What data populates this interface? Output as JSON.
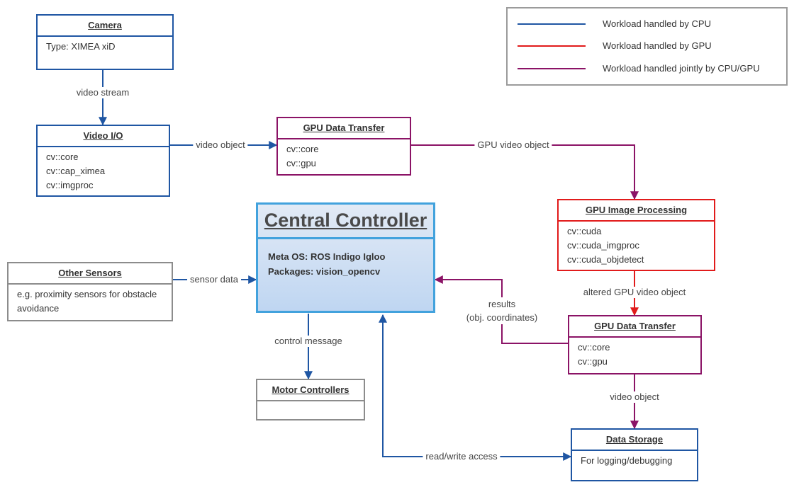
{
  "colors": {
    "cpu": "#1f56a3",
    "gpu": "#e11b1b",
    "joint": "#8b1366",
    "neutral": "#8c8c8c",
    "central_border": "#42a2dd",
    "central_fill": "#bfd6f2"
  },
  "legend": {
    "cpu": "Workload handled by CPU",
    "gpu": "Workload handled by GPU",
    "joint": "Workload handled jointly by CPU/GPU"
  },
  "nodes": {
    "camera": {
      "title": "Camera",
      "lines": [
        "Type: XIMEA xiD"
      ]
    },
    "video_io": {
      "title": "Video I/O",
      "lines": [
        "cv::core",
        "cv::cap_ximea",
        "cv::imgproc"
      ]
    },
    "gpu_transfer_1": {
      "title": "GPU Data Transfer",
      "lines": [
        "cv::core",
        "cv::gpu"
      ]
    },
    "gpu_processing": {
      "title": "GPU Image Processing",
      "lines": [
        "cv::cuda",
        "cv::cuda_imgproc",
        "cv::cuda_objdetect"
      ]
    },
    "gpu_transfer_2": {
      "title": "GPU Data Transfer",
      "lines": [
        "cv::core",
        "cv::gpu"
      ]
    },
    "data_storage": {
      "title": "Data Storage",
      "lines": [
        "For logging/debugging"
      ]
    },
    "other_sensors": {
      "title": "Other Sensors",
      "lines": [
        "e.g. proximity sensors for obstacle avoidance"
      ]
    },
    "motor_controllers": {
      "title": "Motor Controllers",
      "lines": []
    },
    "central": {
      "title": "Central Controller",
      "lines": [
        "Meta OS: ROS Indigo Igloo",
        "Packages: vision_opencv"
      ]
    }
  },
  "edges": {
    "video_stream": "video stream",
    "video_object_1": "video object",
    "gpu_video_object": "GPU video object",
    "altered_gpu_video_object": "altered GPU video object",
    "results": "results\n(obj. coordinates)",
    "sensor_data": "sensor data",
    "control_message": "control message",
    "video_object_2": "video object",
    "read_write_access": "read/write access"
  }
}
